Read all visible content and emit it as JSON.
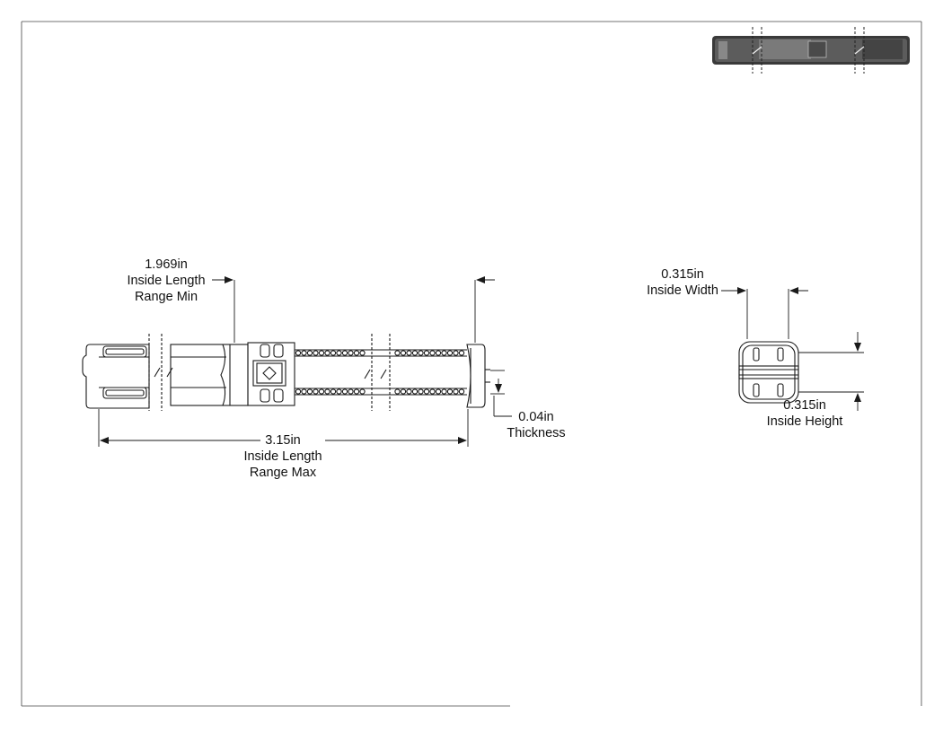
{
  "drawing": {
    "dimensions": [
      {
        "id": "length_min",
        "value": "1.969in",
        "line1": "Inside Length",
        "line2": "Range Min"
      },
      {
        "id": "length_max",
        "value": "3.15in",
        "line1": "Inside Length",
        "line2": "Range Max"
      },
      {
        "id": "thickness",
        "value": "0.04in",
        "line1": "Thickness",
        "line2": ""
      },
      {
        "id": "width",
        "value": "0.315in",
        "line1": "Inside Width",
        "line2": ""
      },
      {
        "id": "height",
        "value": "0.315in",
        "line1": "Inside Height",
        "line2": ""
      }
    ],
    "colors": {
      "line": "#1a1a1a",
      "part_dark": "#3a3a3a",
      "part_mid": "#8a8a8a",
      "paper": "#ffffff"
    }
  }
}
